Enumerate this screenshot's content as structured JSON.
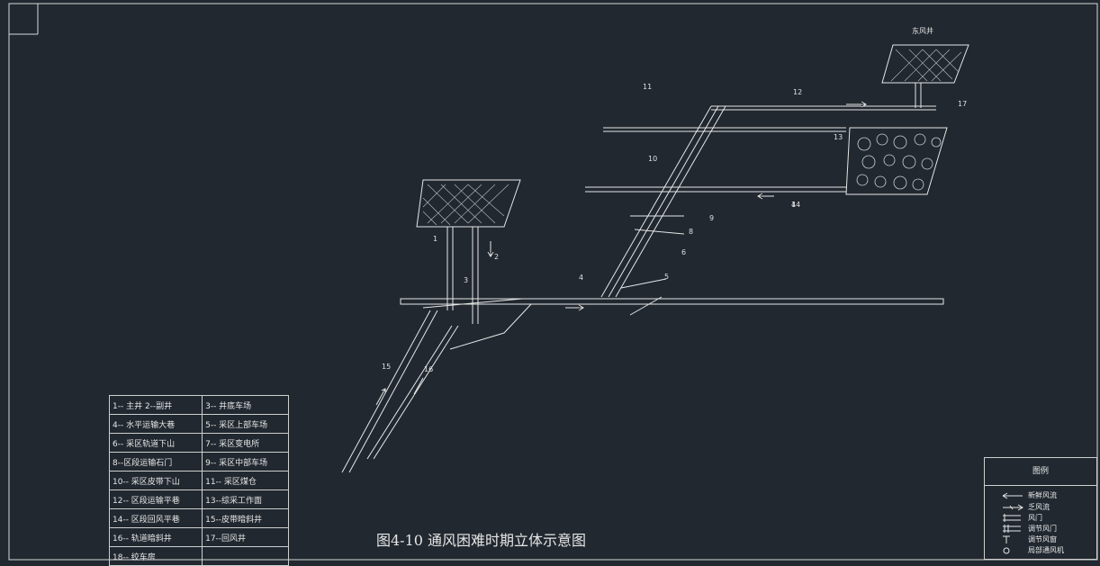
{
  "caption": "图4-10 通风困难时期立体示意图",
  "shaft_east_label": "东风井",
  "num_labels": [
    "1",
    "2",
    "3",
    "4",
    "4",
    "5",
    "6",
    "8",
    "9",
    "10",
    "11",
    "12",
    "13",
    "14",
    "15",
    "16",
    "17"
  ],
  "legend_rows": [
    [
      "1-- 主井   2--副井",
      "3-- 井底车场"
    ],
    [
      "4-- 水平运输大巷",
      "5-- 采区上部车场"
    ],
    [
      "6-- 采区轨道下山",
      "7-- 采区变电所"
    ],
    [
      "8--区段运输石门",
      "9-- 采区中部车场"
    ],
    [
      "10-- 采区皮带下山",
      "11-- 采区煤仓"
    ],
    [
      "12-- 区段运输平巷",
      "13--综采工作面"
    ],
    [
      "14-- 区段回风平巷",
      "15--皮带暗斜井"
    ],
    [
      "16-- 轨道暗斜井",
      "17--回风井"
    ],
    [
      "18-- 绞车房",
      ""
    ]
  ],
  "key": {
    "title": "图例",
    "items": [
      "新鲜风流",
      "乏风流",
      "风门",
      "调节风门",
      "调节风窗",
      "局部通风机"
    ]
  },
  "colors": {
    "background": "#212830",
    "line": "#e6e6e6"
  }
}
